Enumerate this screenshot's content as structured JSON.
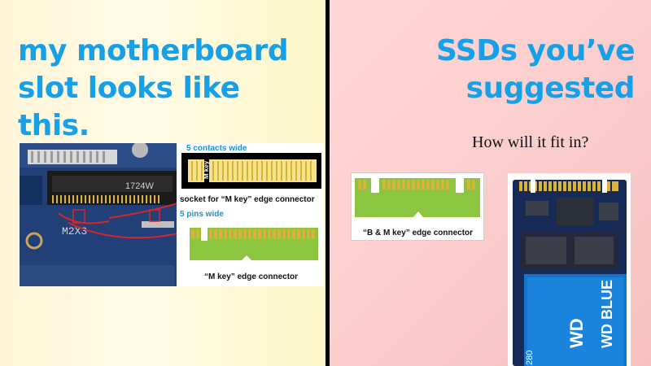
{
  "left": {
    "headline": [
      "my motherboard",
      "slot looks like",
      "this."
    ],
    "board_silkscreen": "M2X3",
    "board_chip_text": "1724W",
    "socket_diagram": {
      "contacts_label": "5 contacts wide",
      "key_label": "M key",
      "caption": "socket for “M key” edge connector",
      "pins_label": "5 pins wide",
      "edge_caption": "“M key” edge connector"
    }
  },
  "right": {
    "headline": [
      "SSDs you’ve",
      "suggested"
    ],
    "question": "How will it fit in?",
    "bm_caption": "“B & M key” edge connector",
    "ssd_brand": "WD",
    "ssd_model": "WD BLUE",
    "ssd_size": "280"
  },
  "colors": {
    "headline": "#16a0e8",
    "pcb_blue": "#1f3c73",
    "connector_green": "#8cc540",
    "contact_gold": "#d9b23a",
    "arrow_red": "#d62828"
  }
}
